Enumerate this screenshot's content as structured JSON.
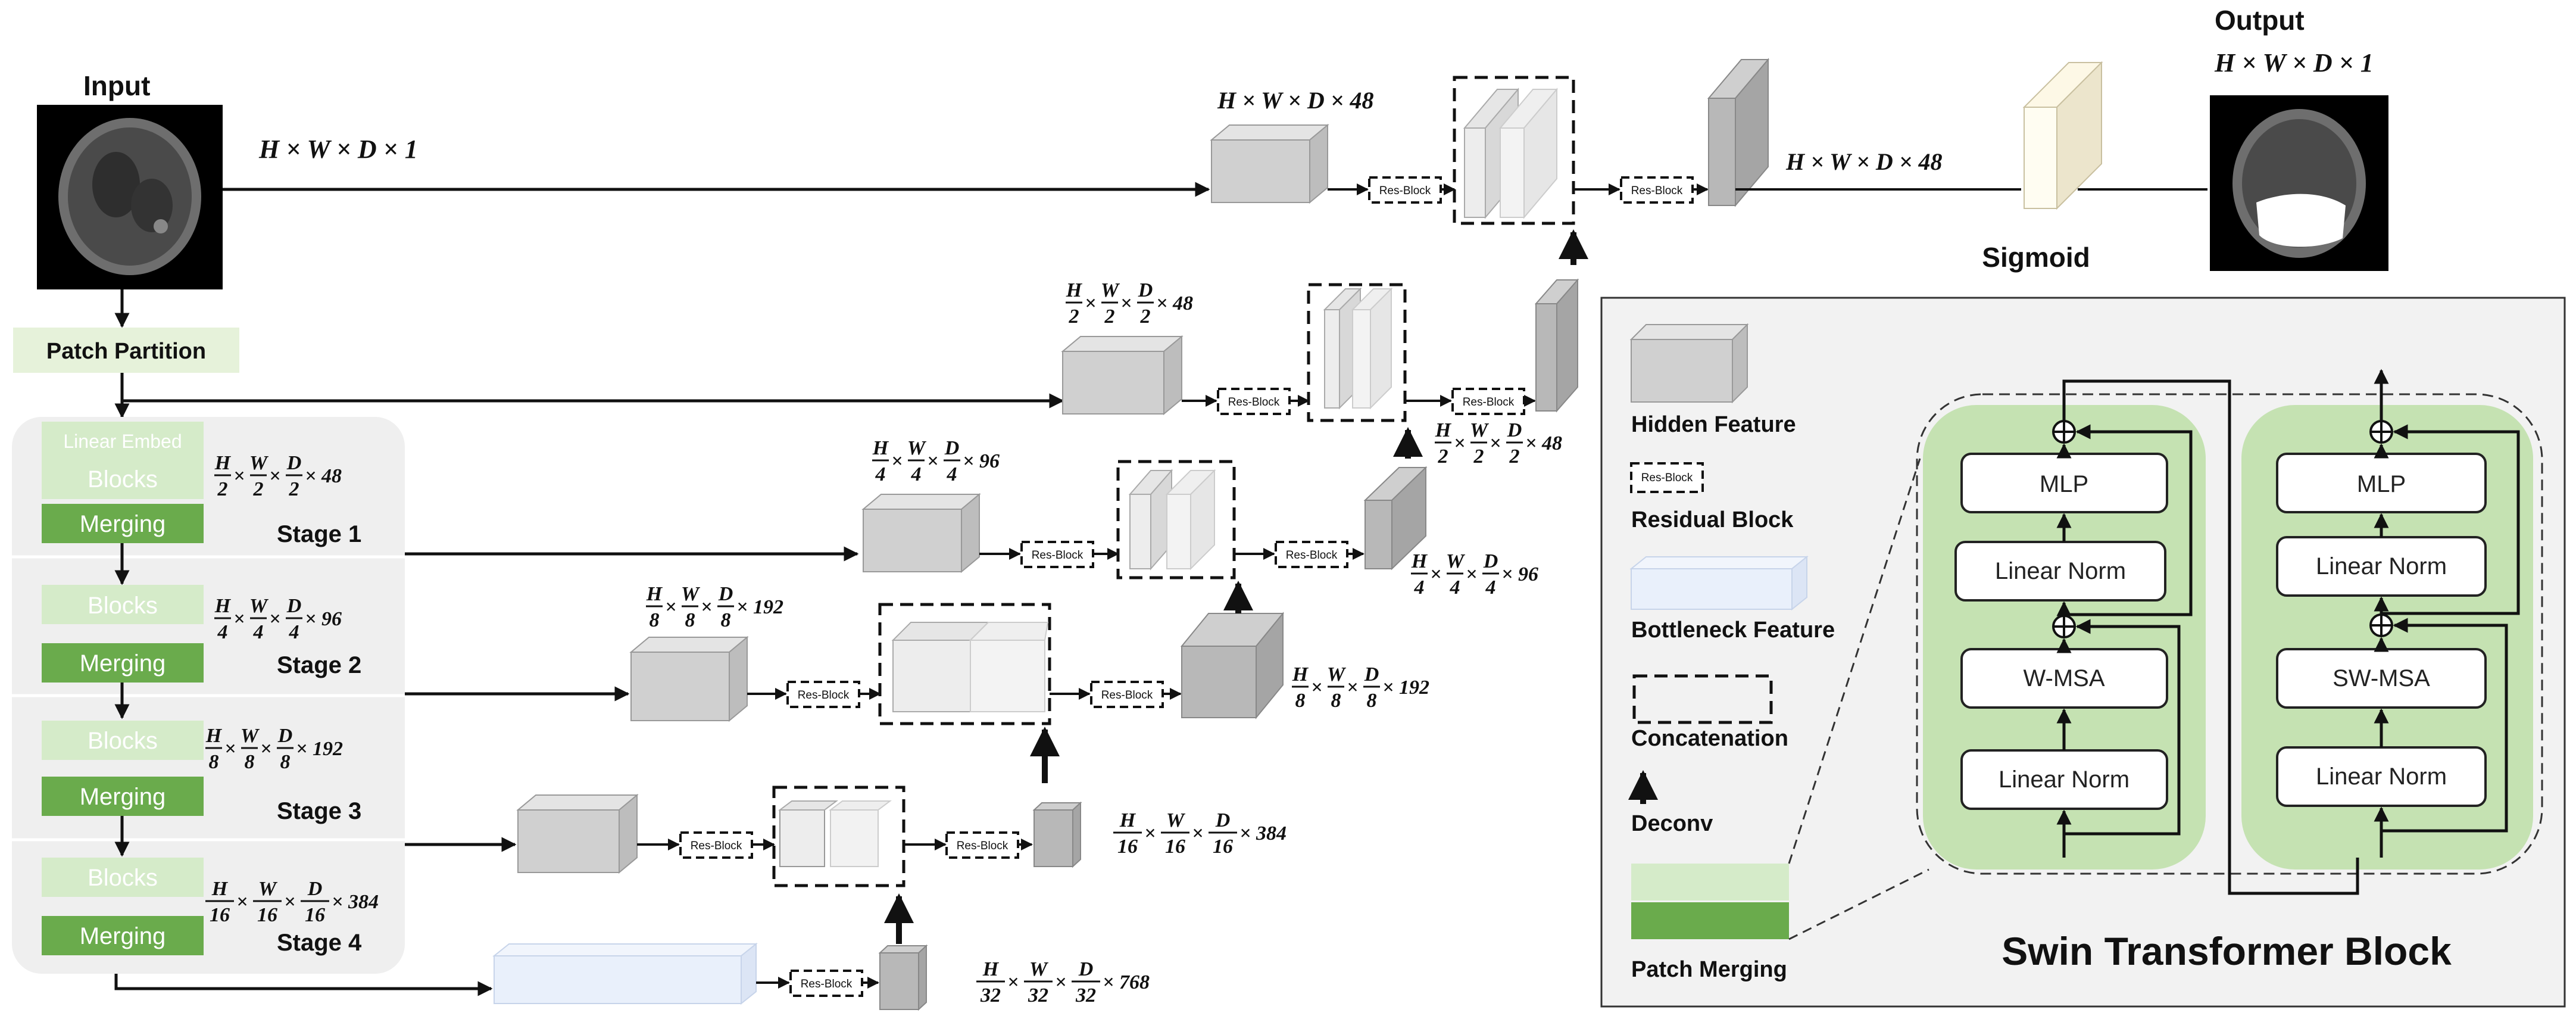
{
  "labels": {
    "input": "Input",
    "output": "Output",
    "sigmoid": "Sigmoid",
    "patch_partition": "Patch Partition",
    "linear_embed": "Linear Embed",
    "blocks": "Blocks",
    "merging": "Merging",
    "res_block": "Res-Block",
    "stages": [
      "Stage 1",
      "Stage 2",
      "Stage 3",
      "Stage 4"
    ]
  },
  "dims": {
    "input": "H × W × D × 1",
    "output": "H × W × D × 1",
    "top_hidden": "H × W × D × 48",
    "top_output": "H × W × D × 48",
    "enc1_factor": [
      "H/2",
      "W/2",
      "D/2"
    ],
    "enc1_ch": "48",
    "enc2_factor": [
      "H/4",
      "W/4",
      "D/4"
    ],
    "enc2_ch": "96",
    "enc3_factor": [
      "H/8",
      "W/8",
      "D/8"
    ],
    "enc3_ch": "192",
    "enc4_factor": [
      "H/16",
      "W/16",
      "D/16"
    ],
    "enc4_ch": "384",
    "bottleneck_factor": [
      "H/32",
      "W/32",
      "D/32"
    ],
    "bottleneck_ch": "768"
  },
  "legend": {
    "hidden_feature": "Hidden Feature",
    "residual_block": "Residual Block",
    "residual_icon": "Res-Block",
    "bottleneck_feature": "Bottleneck Feature",
    "concatenation": "Concatenation",
    "deconv": "Deconv",
    "patch_merging": "Patch Merging"
  },
  "swin": {
    "title": "Swin Transformer Block",
    "left": [
      "MLP",
      "Linear Norm",
      "W-MSA",
      "Linear Norm"
    ],
    "right": [
      "MLP",
      "Linear Norm",
      "SW-MSA",
      "Linear Norm"
    ]
  },
  "colors": {
    "light_green": "#d5ebc9",
    "dark_green": "#6aab4c",
    "panel_gray": "#f2f2f2",
    "box_gray": "#d0d0d0",
    "bottleneck_blue": "#e9f0fb",
    "swin_green": "#c5e2b2"
  }
}
